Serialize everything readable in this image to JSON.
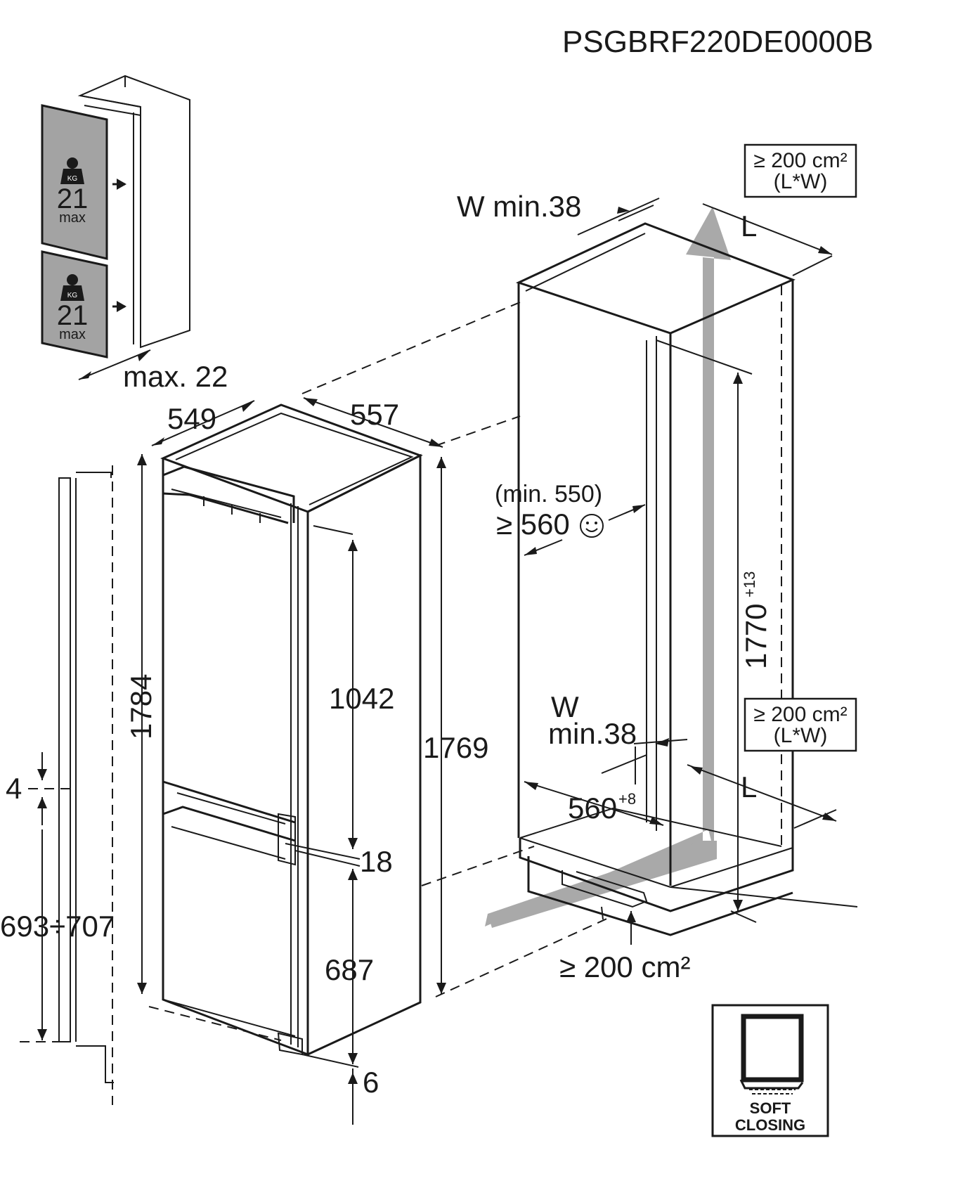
{
  "model_code": "PSGBRF220DE0000B",
  "door_panels": [
    {
      "weight": "21",
      "unit_label": "max",
      "badge": "KG"
    },
    {
      "weight": "21",
      "unit_label": "max",
      "badge": "KG"
    }
  ],
  "door_panel_thickness": "max. 22",
  "appliance": {
    "depth": "549",
    "width": "557",
    "total_height": "1784",
    "side_height": "1769",
    "upper_door": "1042",
    "door_gap": "18",
    "lower_door": "687",
    "bottom_gap": "6"
  },
  "side_profile": {
    "gap": "4",
    "range": "693÷707"
  },
  "niche": {
    "top_vent_area": "≥ 200 cm²",
    "top_vent_formula": "(L*W)",
    "top_w_label": "W min.38",
    "top_l_label": "L",
    "depth_min": "(min. 550)",
    "depth_recommended": "≥ 560",
    "height": "1770",
    "height_tolerance": "+13",
    "bottom_w_label": "W",
    "bottom_w_value": "min.38",
    "mid_vent_area": "≥ 200 cm²",
    "mid_vent_formula": "(L*W)",
    "bottom_l_label": "L",
    "width": "560",
    "width_tolerance": "+8",
    "plinth_vent": "≥ 200 cm²"
  },
  "soft_closing": {
    "line1": "SOFT",
    "line2": "CLOSING"
  }
}
